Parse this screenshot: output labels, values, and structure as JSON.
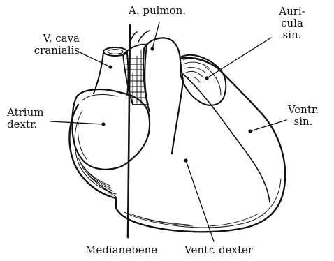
{
  "figure": {
    "ink_color": "#111111",
    "paper_color": "#ffffff",
    "labels": {
      "a_pulmon": "A. pulmon.",
      "auricula_sin": [
        "Auri-",
        "cula",
        "sin."
      ],
      "v_cava_cranialis": [
        "V. cava",
        "cranialis"
      ],
      "atrium_dextr": [
        "Atrium",
        "dextr."
      ],
      "ventr_sin": [
        "Ventr.",
        "sin."
      ],
      "medianebene": "Medianebene",
      "ventr_dexter": "Ventr. dexter"
    }
  }
}
